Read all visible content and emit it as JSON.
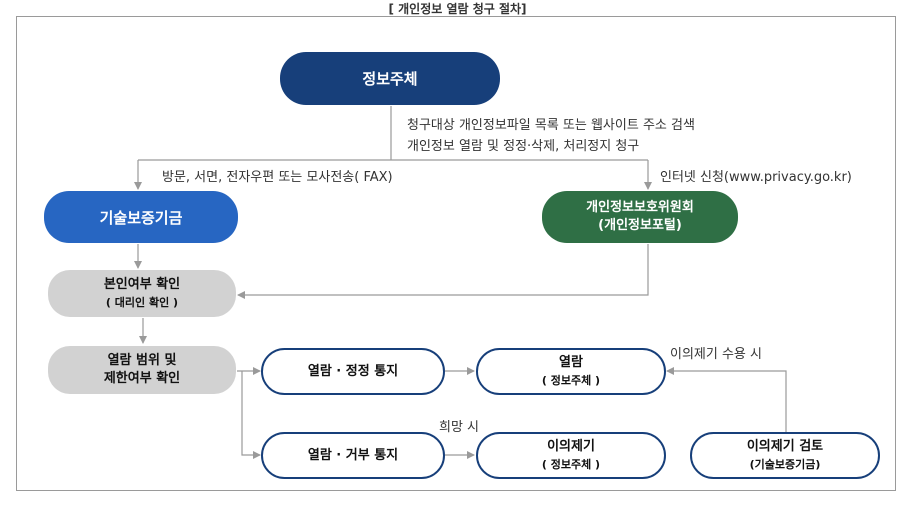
{
  "heading": "[ 개인정보 열람 청구 절차]",
  "nodes": {
    "subject": "정보주체",
    "kibo": "기술보증기금",
    "pipc_line1": "개인정보보호위원회",
    "pipc_line2": "(개인정보포털)",
    "identity_line1": "본인여부 확인",
    "identity_line2": "( 대리인 확인 )",
    "scope_line1": "열람 범위 및",
    "scope_line2": "제한여부 확인",
    "notice_grant": "열람 · 정정 통지",
    "notice_deny": "열람 · 거부 통지",
    "view_line1": "열람",
    "view_line2": "( 정보주체 )",
    "objection_line1": "이의제기",
    "objection_line2": "( 정보주체 )",
    "review_line1": "이의제기 검토",
    "review_line2": "(기술보증기금)"
  },
  "labels": {
    "search_line1": "청구대상 개인정보파일 목록 또는 웹사이트 주소 검색",
    "search_line2": "개인정보 열람 및 정정·삭제, 처리정지 청구",
    "offline": "방문, 서면, 전자우편 또는 모사전송( FAX)",
    "online": "인터넷 신청(www.privacy.go.kr)",
    "accepted": "이의제기 수용 시",
    "desired": "희망 시"
  },
  "colors": {
    "navy": "#173f7a",
    "blue": "#2766c2",
    "green": "#2f6f45",
    "gray": "#d2d2d2",
    "connector": "#9a9a9a"
  }
}
